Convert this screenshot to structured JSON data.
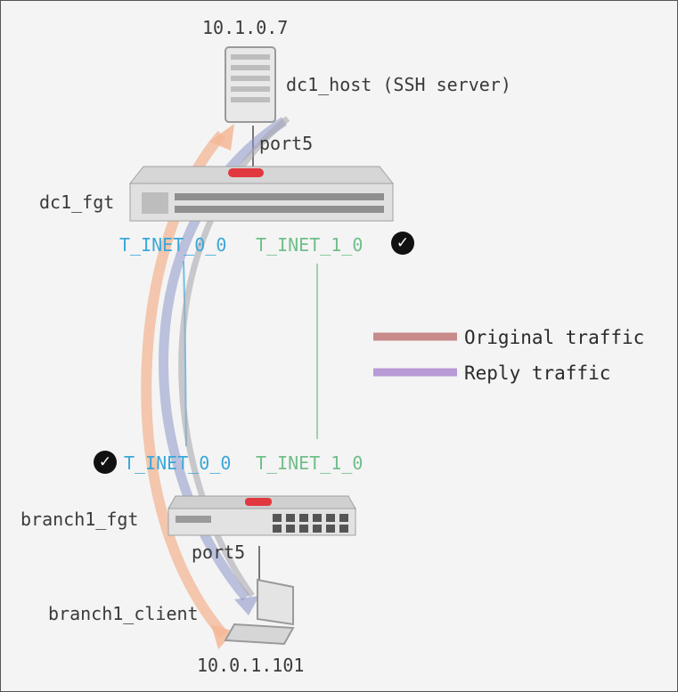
{
  "dc_host": {
    "ip": "10.1.0.7",
    "label": "dc1_host (SSH server)",
    "port": "port5"
  },
  "dc_fgt": {
    "label": "dc1_fgt",
    "iface_0": "T_INET_0_0",
    "iface_1": "T_INET_1_0",
    "selected_icon": "check-icon"
  },
  "legend": {
    "original": "Original traffic",
    "reply": "Reply traffic",
    "original_color": "#c98a8a",
    "reply_color": "#b89ad6"
  },
  "branch_fgt": {
    "label": "branch1_fgt",
    "iface_0": "T_INET_0_0",
    "iface_1": "T_INET_1_0",
    "port": "port5",
    "selected_icon": "check-icon"
  },
  "branch_client": {
    "label": "branch1_client",
    "ip": "10.0.1.101"
  },
  "colors": {
    "original_arrow": "#f3b795",
    "reply_arrow": "#8c96c8",
    "link_blue": "#3aa7d9",
    "link_green": "#9fd3a8"
  }
}
